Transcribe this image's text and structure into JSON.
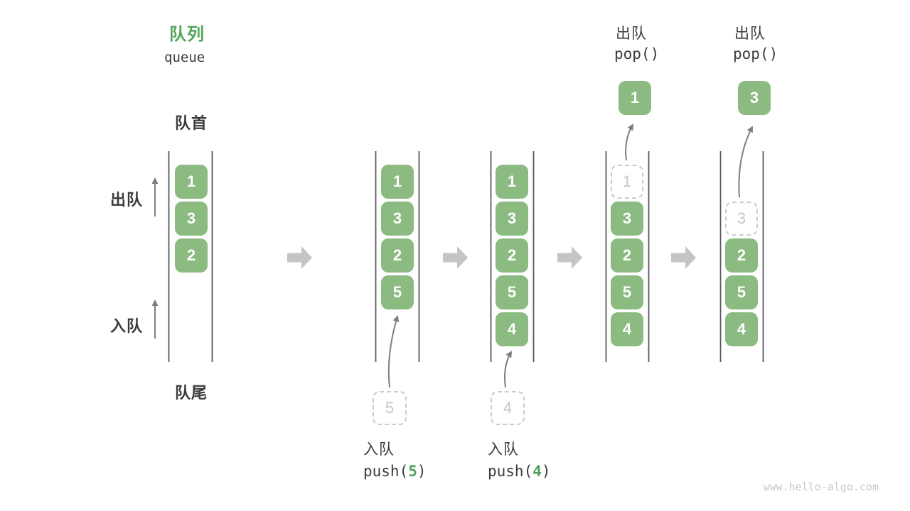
{
  "header": {
    "title_zh": "队列",
    "title_en": "queue"
  },
  "side_labels": {
    "front": "队首",
    "rear": "队尾",
    "dequeue": "出队",
    "enqueue": "入队"
  },
  "columns": [
    {
      "boxes": [
        {
          "v": "1"
        },
        {
          "v": "3"
        },
        {
          "v": "2"
        }
      ]
    },
    {
      "boxes": [
        {
          "v": "1"
        },
        {
          "v": "3"
        },
        {
          "v": "2"
        },
        {
          "v": "5"
        }
      ],
      "incoming": {
        "v": "5"
      }
    },
    {
      "boxes": [
        {
          "v": "1"
        },
        {
          "v": "3"
        },
        {
          "v": "2"
        },
        {
          "v": "5"
        },
        {
          "v": "4"
        }
      ],
      "incoming": {
        "v": "4"
      }
    },
    {
      "boxes": [
        {
          "v": "1",
          "ghost": true
        },
        {
          "v": "3"
        },
        {
          "v": "2"
        },
        {
          "v": "5"
        },
        {
          "v": "4"
        }
      ],
      "popped": {
        "v": "1"
      }
    },
    {
      "boxes": [
        {
          "v": "3",
          "ghost": true
        },
        {
          "v": "2"
        },
        {
          "v": "5"
        },
        {
          "v": "4"
        }
      ],
      "popped": {
        "v": "3"
      }
    }
  ],
  "operations": {
    "push5": {
      "zh": "入队",
      "code_pre": "push(",
      "arg": "5",
      "code_post": ")"
    },
    "push4": {
      "zh": "入队",
      "code_pre": "push(",
      "arg": "4",
      "code_post": ")"
    },
    "pop1": {
      "zh": "出队",
      "code": "pop()"
    },
    "pop2": {
      "zh": "出队",
      "code": "pop()"
    }
  },
  "watermark": "www.hello-algo.com",
  "colors": {
    "title_green": "#52A65A",
    "box_green": "#8BBB81",
    "code_arg_green": "#4EA45B",
    "text_dark": "#3B3B3B",
    "ghost_gray": "#C5C5C5",
    "ghost_border": "#CBCBCB",
    "line_gray": "#58595B",
    "arrow_gray": "#7D7D7D",
    "block_arrow_gray": "#C5C5C5",
    "watermark_gray": "#C9C9C9"
  }
}
